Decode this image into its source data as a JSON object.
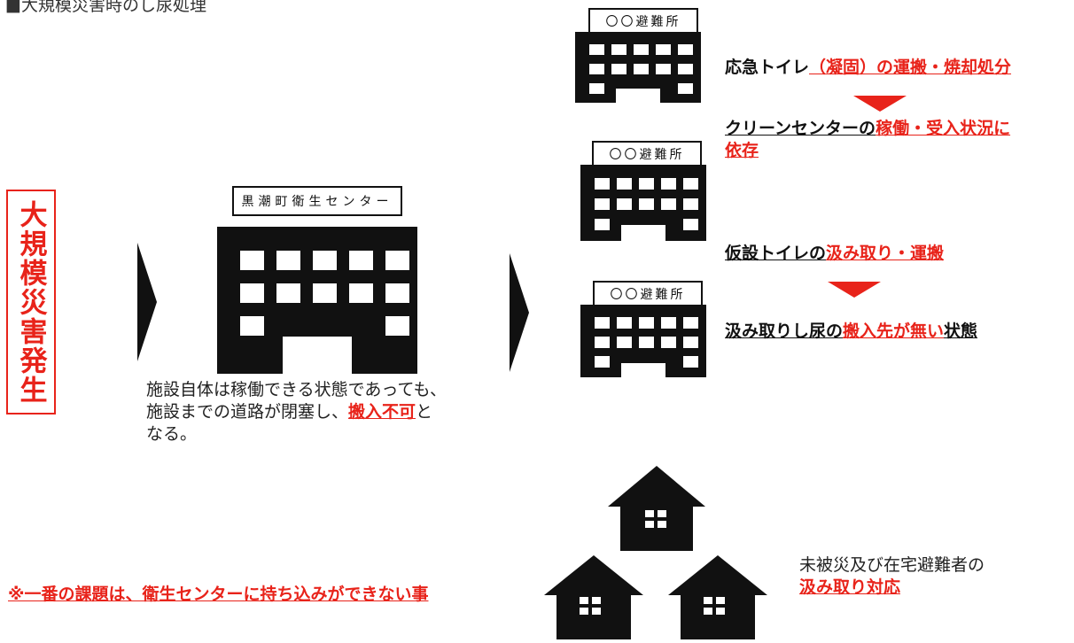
{
  "heading": "■大規模災害時のし尿処理",
  "disaster_label": "大規模災害発生",
  "center_sign": "黒潮町衛生センター",
  "shelter_sign": "〇〇避難所",
  "center_description": {
    "line1": "施設自体は稼働できる状態であっても、",
    "line2_pre": "施設までの道路が閉塞し、",
    "line2_highlight": "搬入不可",
    "line2_post": "と",
    "line3": "なる。"
  },
  "note": "※一番の課題は、衛生センターに持ち込みができない事",
  "emergency_toilet": {
    "black": "応急トイレ",
    "red": "（凝固）の運搬・焼却処分"
  },
  "clean_center": {
    "black": "クリーンセンターの",
    "red_line1": "稼働・受入状況に",
    "red_line2": "依存"
  },
  "temp_toilet": {
    "black": "仮設トイレの",
    "red": "汲み取り・運搬"
  },
  "collected": {
    "black1": "汲み取りし尿の",
    "red": "搬入先が無い",
    "black2": "状態"
  },
  "houses": {
    "line1": "未被災及び在宅避難者の",
    "line2": "汲み取り対応"
  },
  "colors": {
    "accent_red": "#e8231a",
    "icon_black": "#111111"
  }
}
